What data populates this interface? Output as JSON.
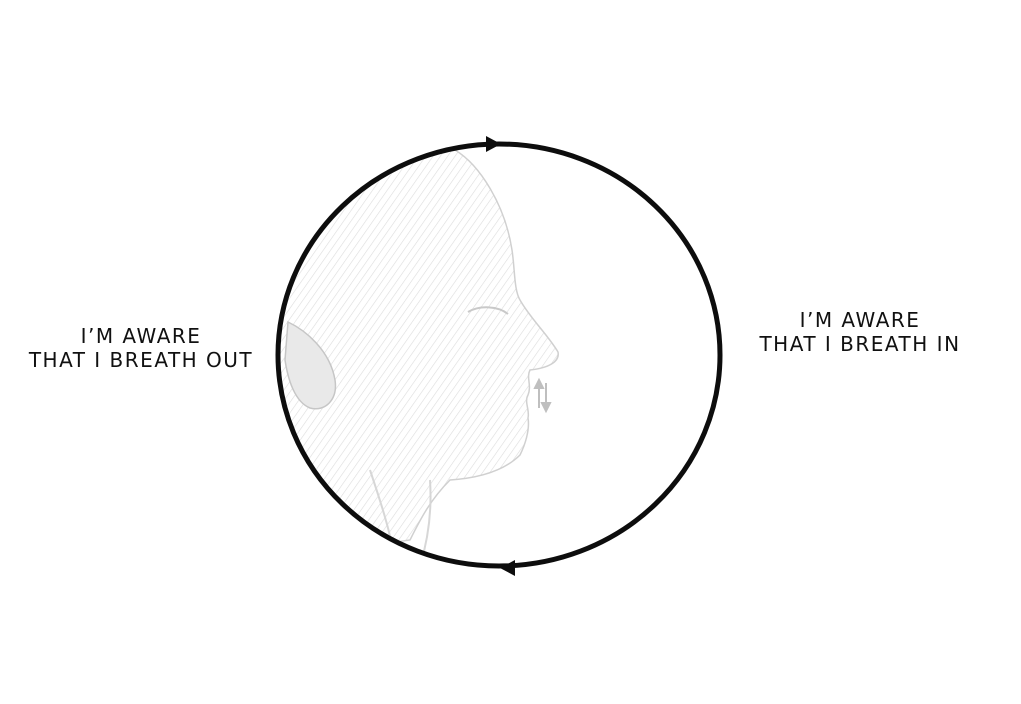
{
  "labels": {
    "left": {
      "line1": "I’M AWARE",
      "line2": "THAT I BREATH OUT"
    },
    "right": {
      "line1": "I’M AWARE",
      "line2": "THAT I BREATH IN"
    }
  },
  "colors": {
    "circle": "#0d0d0d",
    "text": "#111111",
    "portrait_sketch": "#cfcfcf",
    "background": "#ffffff"
  },
  "icons": {
    "top_arrow": "arrowhead-right",
    "bottom_arrow": "arrowhead-left",
    "breath_mark": "vertical-arrows-up-down"
  }
}
